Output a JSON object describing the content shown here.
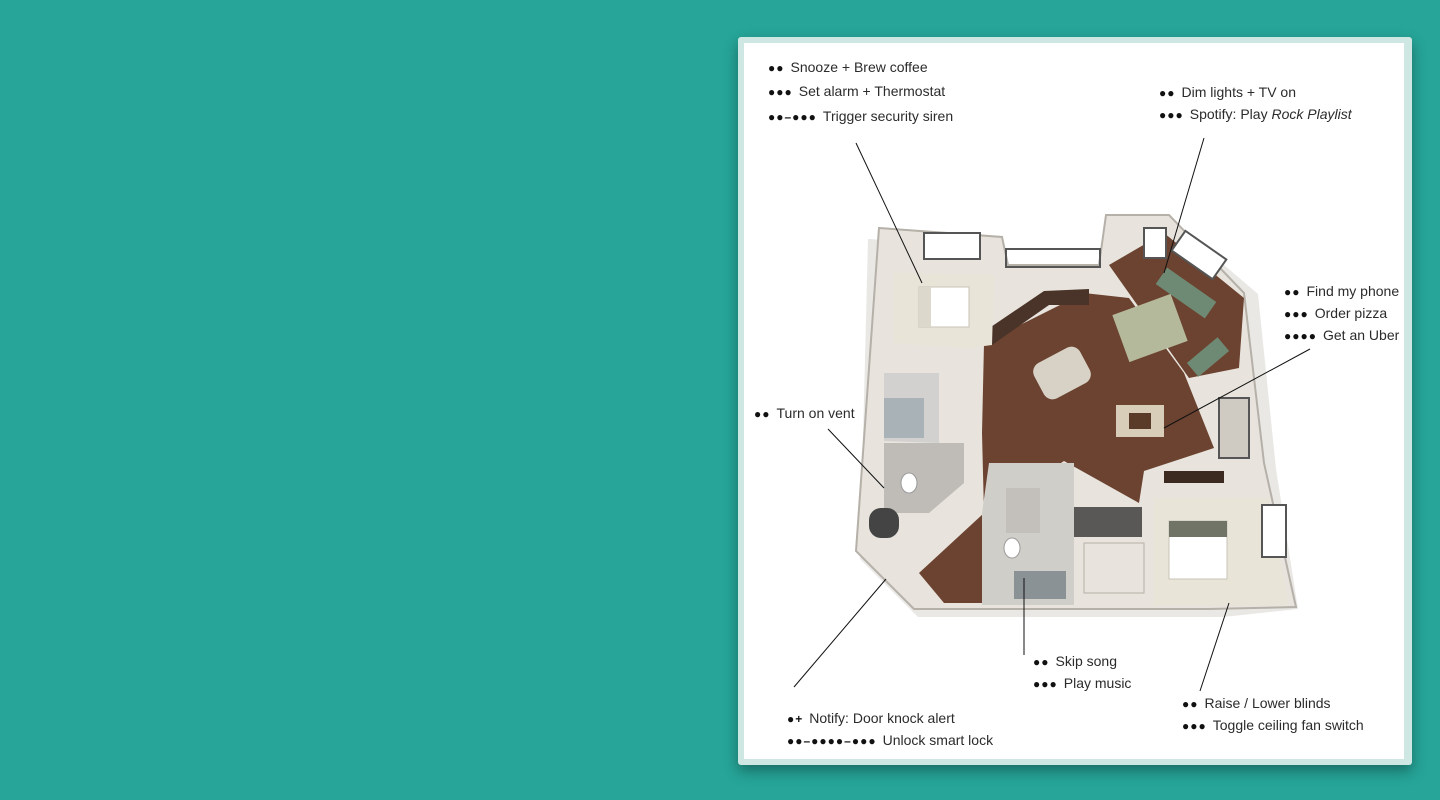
{
  "annotations": {
    "bedroom_top": [
      {
        "dots": "●●",
        "text": "Snooze + Brew coffee"
      },
      {
        "dots": "●●●",
        "text": "Set alarm + Thermostat"
      },
      {
        "dots": "●●–●●●",
        "text": "Trigger security siren"
      }
    ],
    "living_top": [
      {
        "dots": "●●",
        "text": "Dim lights + TV on"
      },
      {
        "dots": "●●●",
        "text": "Spotify: Play ",
        "italic": "Rock Playlist"
      }
    ],
    "dining": [
      {
        "dots": "●●",
        "text": "Find my phone"
      },
      {
        "dots": "●●●",
        "text": "Order pizza"
      },
      {
        "dots": "●●●●",
        "text": "Get an Uber"
      }
    ],
    "bath_left": [
      {
        "dots": "●●",
        "text": "Turn on vent"
      }
    ],
    "bath_bottom": [
      {
        "dots": "●●",
        "text": "Skip song"
      },
      {
        "dots": "●●●",
        "text": "Play music"
      }
    ],
    "bedroom_bottom": [
      {
        "dots": "●●",
        "text": "Raise / Lower blinds"
      },
      {
        "dots": "●●●",
        "text": "Toggle ceiling fan switch"
      }
    ],
    "entry": [
      {
        "dots": "●+",
        "text": "Notify: Door knock alert"
      },
      {
        "dots": "●●–●●●●–●●●",
        "text": "Unlock smart lock"
      }
    ]
  },
  "colors": {
    "background": "#26a598",
    "wall": "#e8e4dd",
    "floor_wood": "#6b4330",
    "carpet": "#e9e4d8",
    "sofa": "#6f8a74"
  }
}
